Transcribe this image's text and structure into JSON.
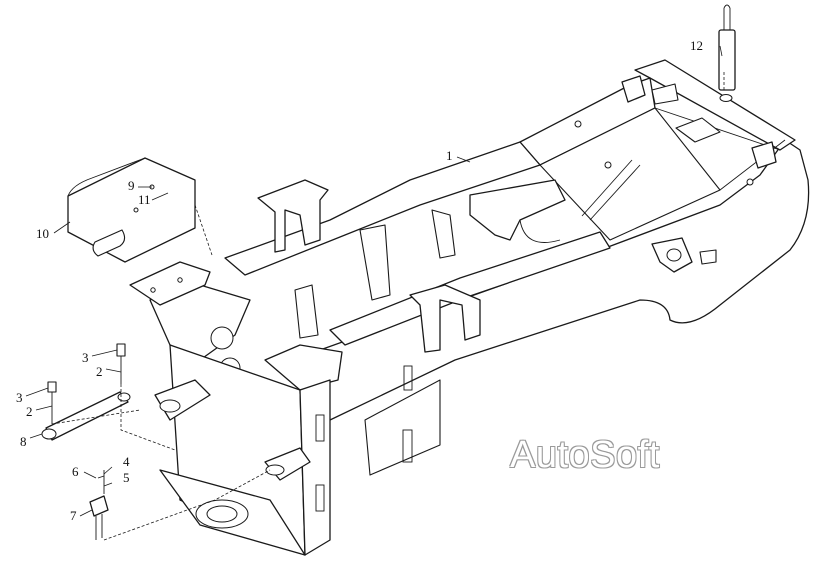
{
  "watermark": "AutoSoft",
  "callouts": {
    "c1": "1",
    "c2a": "2",
    "c2b": "2",
    "c3a": "3",
    "c3b": "3",
    "c4": "4",
    "c5": "5",
    "c6": "6",
    "c7": "7",
    "c8": "8",
    "c9": "9",
    "c10": "10",
    "c11": "11",
    "c12": "12"
  }
}
